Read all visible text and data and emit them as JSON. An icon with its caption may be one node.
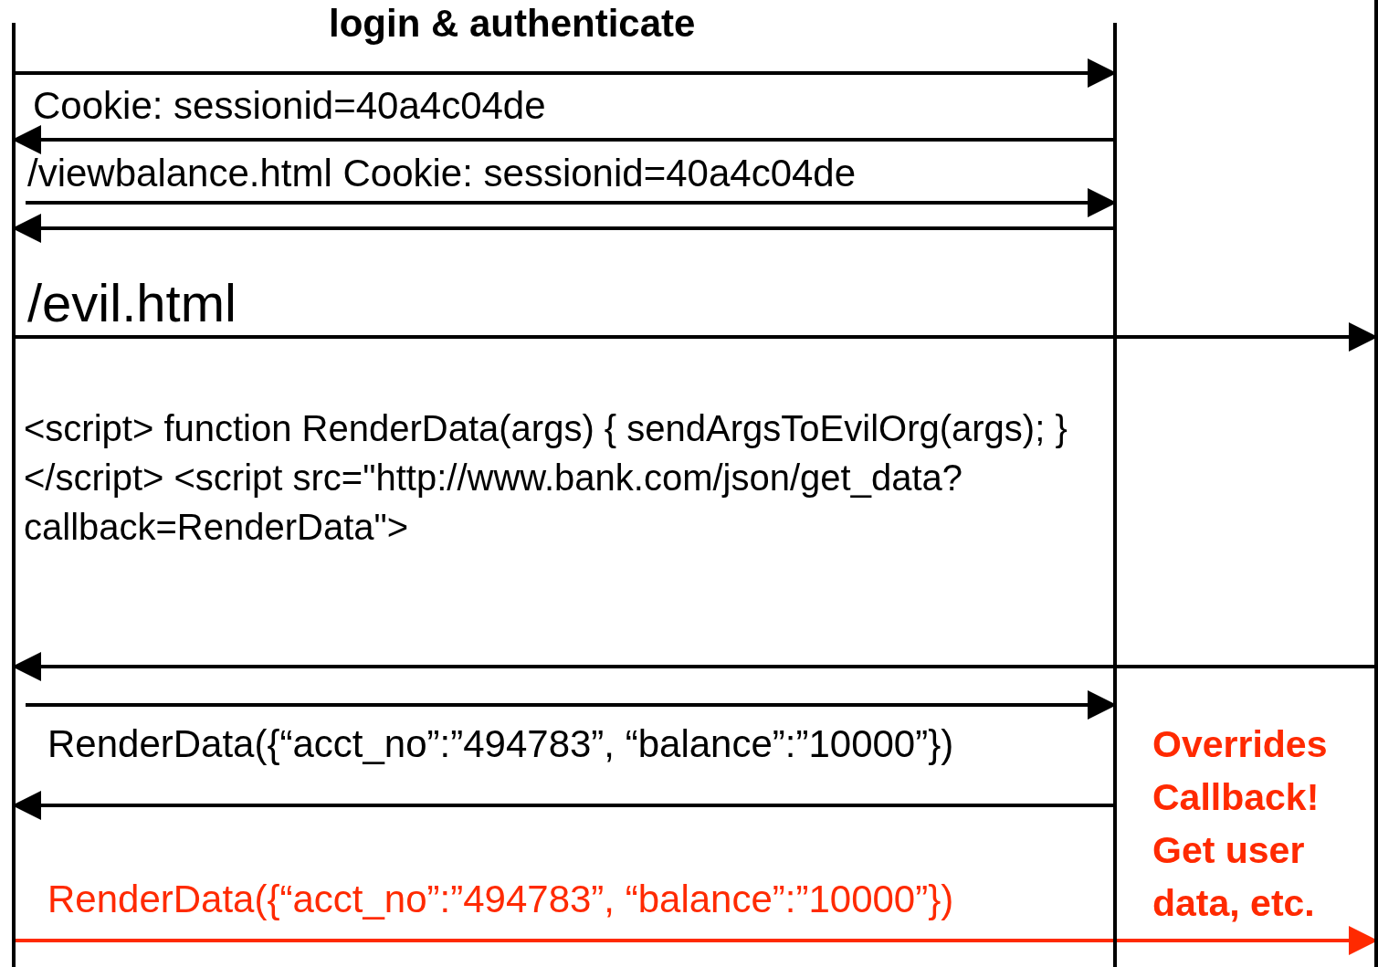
{
  "diagram": {
    "nodes": [
      {
        "text": [],
        "shape": "bar"
      },
      {
        "text": [],
        "shape": "bar"
      },
      {
        "text": [],
        "shape": "bar"
      }
    ],
    "edges": [
      {
        "from": 0,
        "to": 1,
        "arrow": "to",
        "label": "login & authenticate"
      },
      {
        "from": 1,
        "to": 0,
        "arrow": "to",
        "label": "Cookie: sessionid=40a4c04de"
      },
      {
        "from": 0,
        "to": 1,
        "arrow": "to",
        "label": "/viewbalance.html Cookie: sessionid=40a4c04de"
      },
      {
        "from": 1,
        "to": 0,
        "arrow": "to"
      },
      {
        "from": 0,
        "to": 2,
        "arrow": "to",
        "label": "/evil.html"
      },
      {
        "from": 2,
        "to": 0,
        "arrow": "to",
        "label": "<script> function RenderData(args) { sendArgsToEvilOrg(args); } </script> <script src=\"http://www.bank.com/json/get_data? callback=RenderData\">"
      },
      {
        "from": 0,
        "to": 1,
        "arrow": "to"
      },
      {
        "from": 1,
        "to": 0,
        "arrow": "to",
        "label": "RenderData({“acct_no”:”494783”, “balance”:”10000”})"
      },
      {
        "from": 0,
        "to": 2,
        "arrow": "to",
        "label": "RenderData({“acct_no”:”494783”, “balance”:”10000”})",
        "color": "#ff2a00"
      }
    ],
    "labels": [
      "Overrides Callback! Get user data, etc."
    ]
  }
}
